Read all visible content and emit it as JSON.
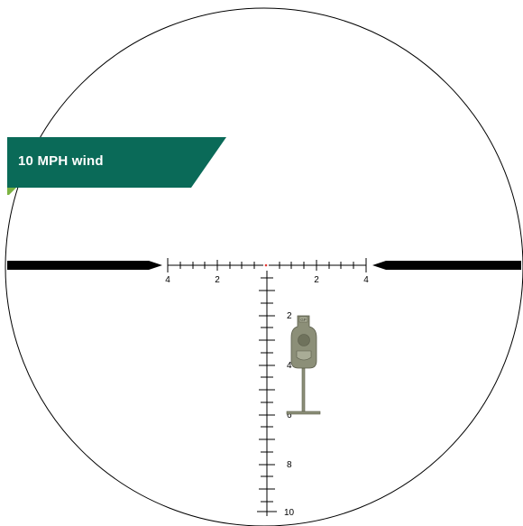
{
  "banner": {
    "label": "10 MPH wind",
    "color": "#0a6a58",
    "tab_color": "#7cb342"
  },
  "reticle": {
    "horizontal_labels": [
      "4",
      "2",
      "2",
      "4"
    ],
    "vertical_labels": [
      "2",
      "4",
      "6",
      "8",
      "10"
    ],
    "center_dot_color": "#e53935",
    "line_color": "#000000"
  },
  "target": {
    "fill_color": "#8c8f78",
    "stroke_color": "#5a5c4a",
    "badge_text": "GP"
  }
}
